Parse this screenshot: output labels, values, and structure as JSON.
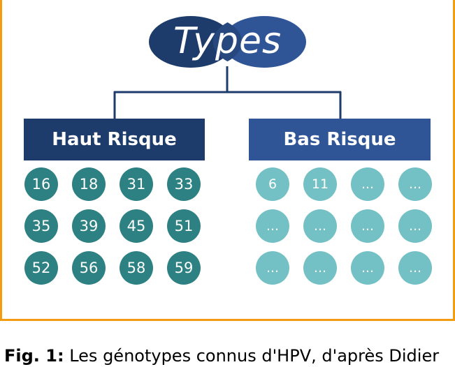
{
  "title": "Types",
  "categories": [
    {
      "label": "Haut Risque",
      "types": [
        "16",
        "18",
        "31",
        "33",
        "35",
        "39",
        "45",
        "51",
        "52",
        "56",
        "58",
        "59"
      ]
    },
    {
      "label": "Bas Risque",
      "types": [
        "6",
        "11",
        "...",
        "...",
        "...",
        "...",
        "...",
        "...",
        "...",
        "...",
        "...",
        "..."
      ]
    }
  ],
  "caption": {
    "label": "Fig. 1:",
    "text": "Les génotypes connus d'HPV, d'après Didier"
  },
  "colors": {
    "frame": "#f39c12",
    "haut_header": "#1d3b6b",
    "bas_header": "#2f5597",
    "haut_circle": "#2e8182",
    "bas_circle": "#74c1c5",
    "ellipse_left": "#1d3b6b",
    "ellipse_right": "#2f5597",
    "connector": "#1d3b6b"
  }
}
